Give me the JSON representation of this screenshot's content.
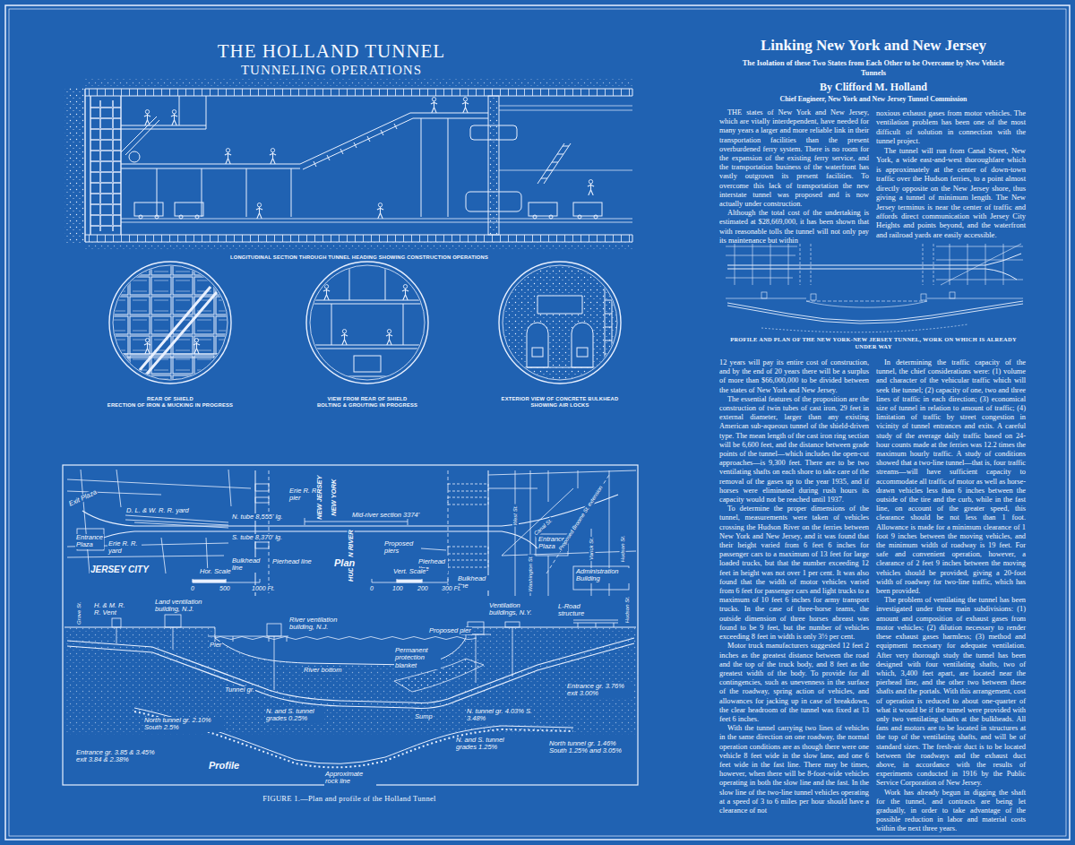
{
  "diagram": {
    "title": "THE HOLLAND TUNNEL",
    "caption": "FIGURE 1.—Plan and profile of the Holland Tunnel",
    "nodes": [
      {
        "text": [
          "LONGITUDINAL SECTION THROUGH TUNNEL HEADING SHOWING CONSTRUCTION OPERATIONS"
        ]
      },
      {
        "text": [
          "REAR OF SHIELD",
          "ERECTION OF IRON & MUCKING IN PROGRESS"
        ]
      },
      {
        "text": [
          "VIEW FROM REAR OF SHIELD",
          "BOLTING & GROUTING IN PROGRESS"
        ]
      },
      {
        "text": [
          "EXTERIOR VIEW OF CONCRETE BULKHEAD",
          "SHOWING AIR LOCKS"
        ]
      }
    ],
    "labels": [
      "TUNNELING OPERATIONS",
      "Linking New York and New Jersey",
      "The Isolation of these Two States from Each Other to be Overcome by New Vehicle Tunnels",
      "By Clifford M. Holland",
      "Chief Engineer, New York and New Jersey Tunnel Commission",
      "THE states of New York and New Jersey, which are vitally interdependent, have needed for many years a larger and more reliable link in their transportation facilities than the present overburdened ferry system. There is no room for the expansion of the existing ferry service, and the transportation business of the waterfront has vastly outgrown its present facilities. To overcome this lack of transportation the new interstate tunnel was proposed and is now actually under construction.",
      "Although the total cost of the undertaking is estimated at $28,669,000, it has been shown that with reasonable tolls the tunnel will not only pay its maintenance but within",
      "noxious exhaust gases from motor vehicles. The ventilation problem has been one of the most difficult of solution in connection with the tunnel project.",
      "The tunnel will run from Canal Street, New York, a wide east-and-west thoroughfare which is approximately at the center of down-town traffic over the Hudson ferries, to a point almost directly opposite on the New Jersey shore, thus giving a tunnel of minimum length. The New Jersey terminus is near the center of traffic and affords direct communication with Jersey City Heights and points beyond, and the waterfront and railroad yards are easily accessible.",
      "PROFILE AND PLAN OF THE NEW YORK-NEW JERSEY TUNNEL, WORK ON WHICH IS ALREADY UNDER WAY",
      "12 years will pay its entire cost of construction, and by the end of 20 years there will be a surplus of more than $66,000,000 to be divided between the states of New York and New Jersey.",
      "The essential features of the proposition are the construction of twin tubes of cast iron, 29 feet in external diameter, larger than any existing American sub-aqueous tunnel of the shield-driven type. The mean length of the cast iron ring section will be 6,600 feet, and the distance between grade points of the tunnel—which includes the open-cut approaches—is 9,300 feet. There are to be two ventilating shafts on each shore to take care of the removal of the gases up to the year 1935, and if horses were eliminated during rush hours its capacity would not be reached until 1937.",
      "To determine the proper dimensions of the tunnel, measurements were taken of vehicles crossing the Hudson River on the ferries between New York and New Jersey, and it was found that their height varied from 6 feet 6 inches for passenger cars to a maximum of 13 feet for large loaded trucks, but that the number exceeding 12 feet in height was not over 1 per cent. It was also found that the width of motor vehicles varied from 6 feet for passenger cars and light trucks to a maximum of 10 feet 6 inches for army transport trucks. In the case of three-horse teams, the outside dimension of three horses abreast was found to be 9 feet, but the number of vehicles exceeding 8 feet in width is only 3½ per cent.",
      "Motor truck manufacturers suggested 12 feet 2 inches as the greatest distance between the road and the top of the truck body, and 8 feet as the greatest width of the body. To provide for all contingencies, such as unevenness in the surface of the roadway, spring action of vehicles, and allowances for jacking up in case of breakdown, the clear headroom of the tunnel was fixed at 13 feet 6 inches.",
      "With the tunnel carrying two lines of vehicles in the same direction on one roadway, the normal operation conditions are as though there were one vehicle 8 feet wide in the slow lane, and one 6 feet wide in the fast line. There may be times, however, when there will be 8-foot-wide vehicles operating in both the slow line and the fast. In the slow line of the two-line tunnel vehicles operating at a speed of 3 to 6 miles per hour should have a clearance of not",
      "In determining the traffic capacity of the tunnel, the chief considerations were: (1) volume and character of the vehicular traffic which will seek the tunnel; (2) capacity of one, two and three lines of traffic in each direction; (3) economical size of tunnel in relation to amount of traffic; (4) limitation of traffic by street congestion in vicinity of tunnel entrances and exits. A careful study of the average daily traffic based on 24-hour counts made at the ferries was 12.2 times the maximum hourly traffic. A study of conditions showed that a two-line tunnel—that is, four traffic streams—will have sufficient capacity to accommodate all traffic of motor as well as horse-drawn vehicles less than 6 inches between the outside of the tire and the curb, while in the fast line, on account of the greater speed, this clearance should be not less than 1 foot. Allowance is made for a minimum clearance of 1 foot 9 inches between the moving vehicles, and the minimum width of roadway is 19 feet. For safe and convenient operation, however, a clearance of 2 feet 9 inches between the moving vehicles should be provided, giving a 20-foot width of roadway for two-line traffic, which has been provided.",
      "The problem of ventilating the tunnel has been investigated under three main subdivisions: (1) amount and composition of exhaust gases from motor vehicles; (2) dilution necessary to render these exhaust gases harmless; (3) method and equipment necessary for adequate ventilation. After very thorough study the tunnel has been designed with four ventilating shafts, two of which, 3,400 feet apart, are located near the pierhead line, and the other two between these shafts and the portals. With this arrangement, cost of operation is reduced to about one-quarter of what it would be if the tunnel were provided with only two ventilating shafts at the bulkheads. All fans and motors are to be located in structures at the top of the ventilating shafts, and will be of standard sizes. The fresh-air duct is to be located between the roadways and the exhaust duct above, in accordance with the results of experiments conducted in 1916 by the Public Service Corporation of New Jersey.",
      "Work has already begun in digging the shaft for the tunnel, and contracts are being let gradually, in order to take advantage of the possible reduction in labor and material costs within the next three years.",
      "D. L. & W. R. R. yard",
      "Exit Plaza",
      "Erie R. R. pier",
      "N. tube 8,555' lg.",
      "S. tube 8,370' lg.",
      "Mid-river section 3374'",
      "NEW JERSEY",
      "NEW YORK",
      "HUDSON RIVER",
      "Erie R. R. yard",
      "Entrance Plaza",
      "Bulkhead line",
      "Pierhead line",
      "Plan",
      "Proposed piers",
      "Pierhead line",
      "Bulkhead line",
      "JERSEY CITY",
      "Hor. Scale",
      "0",
      "500",
      "1000 Ft.",
      "Vert. Scale",
      "0",
      "100",
      "200",
      "300 Ft.",
      "Entrance Plaza",
      "Administration Building",
      "West St.",
      "Washington St.",
      "Canal St.",
      "Varick St.",
      "Proposed Broome St. extension",
      "Hudson St.",
      "Grove St.",
      "H. & M. R. R. Vent",
      "Land ventilation building, N.J.",
      "Pier",
      "River ventilation building, N.J.",
      "River bottom",
      "Permanent protection blanket",
      "Ventilation buildings, N.Y.",
      "Proposed pier",
      "L-Road structure",
      "Hudson St.",
      "Tunnel gr.",
      "North tunnel gr. 2.10% South 2.5%",
      "N. and S. tunnel grades 0.25%",
      "Sump",
      "N. tunnel gr. 4.03% S. 3.48%",
      "N. and S. tunnel grades 1.25%",
      "Entrance gr. 3.76% exit 3.00%",
      "North tunnel gr. 1.46% South 1.25% and 3.05%",
      "Entrance gr. 3.85 & 3.45% exit 3.84 & 2.38%",
      "Approximate rock line",
      "Profile"
    ]
  }
}
